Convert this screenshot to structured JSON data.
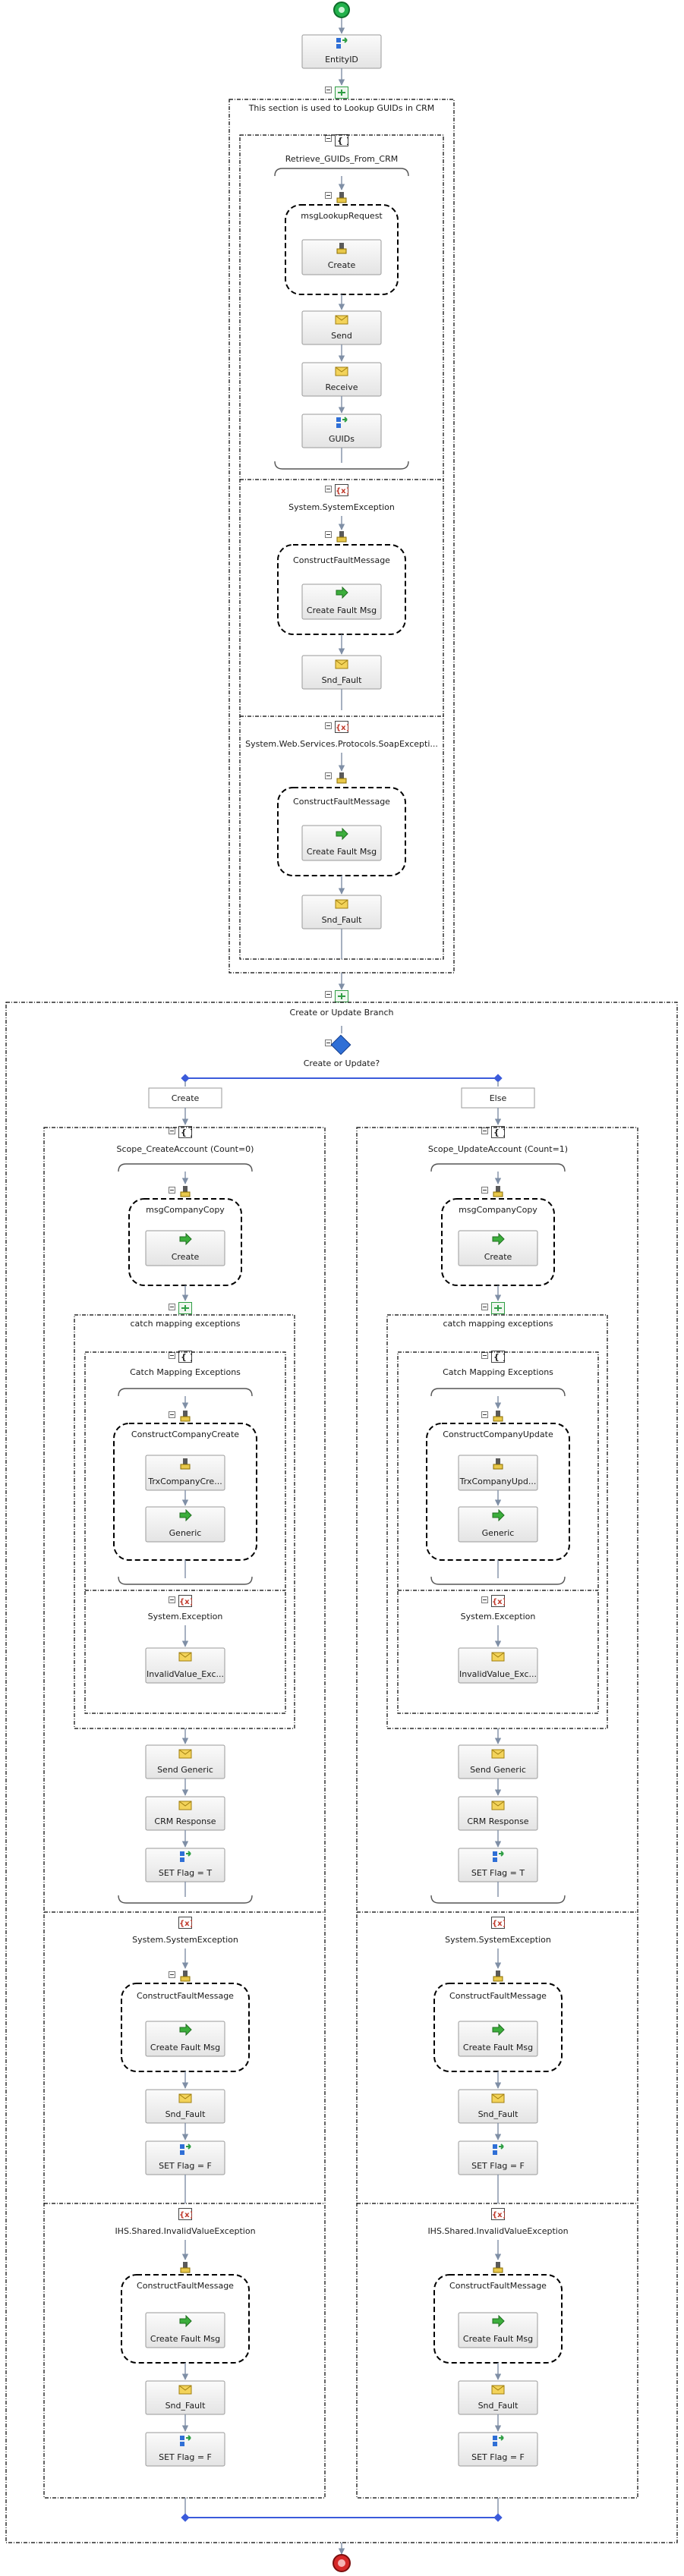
{
  "top": {
    "entity_id_label": "EntityID",
    "lookup_section_label": "This section is used to Lookup GUIDs in CRM",
    "retrieve_scope_label": "Retrieve_GUIDs_From_CRM",
    "msg_lookup_label": "msgLookupRequest",
    "create_label": "Create",
    "send_label": "Send",
    "receive_label": "Receive",
    "guids_label": "GUIDs",
    "sys_exception_label": "System.SystemException",
    "construct_fault_label": "ConstructFaultMessage",
    "create_fault_label": "Create Fault Msg",
    "snd_fault_label": "Snd_Fault",
    "soap_exception_label": "System.Web.Services.Protocols.SoapExcepti...",
    "construct_fault2_label": "ConstructFaultMessage",
    "create_fault2_label": "Create Fault Msg",
    "snd_fault2_label": "Snd_Fault"
  },
  "branch": {
    "section_label": "Create or Update Branch",
    "decision_label": "Create or Update?",
    "left_label": "Create",
    "right_label": "Else"
  },
  "left": {
    "scope_label": "Scope_CreateAccount (Count=0)",
    "copy_label": "msgCompanyCopy",
    "create_label": "Create",
    "catch_section_label": "catch mapping exceptions",
    "catch_scope_label": "Catch Mapping Exceptions",
    "construct_label": "ConstructCompanyCreate",
    "trx_label": "TrxCompanyCre...",
    "generic_label": "Generic",
    "exception_label": "System.Exception",
    "invalid_label": "InvalidValue_Exc...",
    "send_generic_label": "Send Generic",
    "crm_response_label": "CRM Response",
    "set_flag_t_label": "SET Flag = T",
    "sys_exception_label": "System.SystemException",
    "construct_fault_label": "ConstructFaultMessage",
    "create_fault_label": "Create Fault Msg",
    "snd_fault_label": "Snd_Fault",
    "set_flag_f_label": "SET Flag = F",
    "ihs_exception_label": "IHS.Shared.InvalidValueException",
    "construct_fault2_label": "ConstructFaultMessage",
    "create_fault2_label": "Create Fault Msg",
    "snd_fault2_label": "Snd_Fault",
    "set_flag_f2_label": "SET Flag = F"
  },
  "right": {
    "scope_label": "Scope_UpdateAccount (Count=1)",
    "copy_label": "msgCompanyCopy",
    "create_label": "Create",
    "catch_section_label": "catch mapping exceptions",
    "catch_scope_label": "Catch Mapping Exceptions",
    "construct_label": "ConstructCompanyUpdate",
    "trx_label": "TrxCompanyUpd...",
    "generic_label": "Generic",
    "exception_label": "System.Exception",
    "invalid_label": "InvalidValue_Exc...",
    "send_generic_label": "Send Generic",
    "crm_response_label": "CRM Response",
    "set_flag_t_label": "SET Flag = T",
    "sys_exception_label": "System.SystemException",
    "construct_fault_label": "ConstructFaultMessage",
    "create_fault_label": "Create Fault Msg",
    "snd_fault_label": "Snd_Fault",
    "set_flag_f_label": "SET Flag = F",
    "ihs_exception_label": "IHS.Shared.InvalidValueException",
    "construct_fault2_label": "ConstructFaultMessage",
    "create_fault2_label": "Create Fault Msg",
    "snd_fault2_label": "Snd_Fault",
    "set_flag_f2_label": "SET Flag = F"
  },
  "colors": {
    "start": "#22b14c",
    "stop": "#d62828",
    "branch_accent": "#3b5bdb",
    "send_icon": "#e8c84a",
    "transform_icon": "#3cae3c",
    "exception_icon": "#c0392b"
  }
}
